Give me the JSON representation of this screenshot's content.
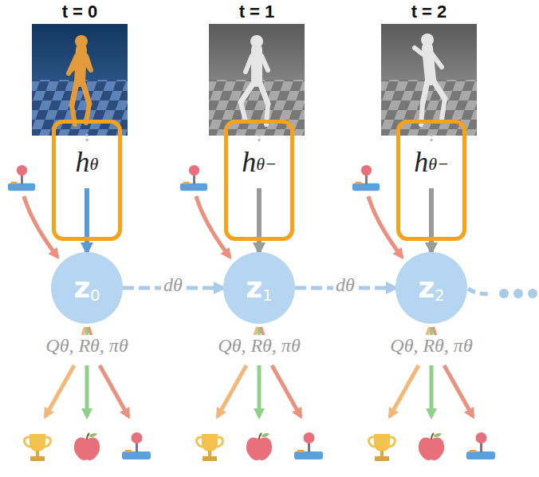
{
  "diagram": {
    "nodes": [
      {
        "text": [
          "h",
          "θ"
        ]
      },
      {
        "text": [
          "z",
          "0"
        ]
      },
      {
        "text": [
          "h",
          "θ−"
        ]
      },
      {
        "text": [
          "z",
          "1"
        ]
      },
      {
        "text": [
          "h",
          "θ−"
        ]
      },
      {
        "text": [
          "z",
          "2"
        ]
      }
    ],
    "edges": [
      {
        "from": 0,
        "to": 1,
        "arrow": "to"
      },
      {
        "from": 2,
        "to": 3,
        "arrow": "to"
      },
      {
        "from": 4,
        "to": 5,
        "arrow": "to"
      },
      {
        "from": 1,
        "to": 3,
        "label": "dθ",
        "arrow": "to"
      },
      {
        "from": 3,
        "to": 5,
        "label": "dθ",
        "arrow": "to"
      }
    ],
    "labels": [
      "t = 0",
      "t = 1",
      "t = 2",
      "Qθ, Rθ, πθ",
      "Qθ, Rθ, πθ",
      "Qθ, Rθ, πθ"
    ]
  }
}
